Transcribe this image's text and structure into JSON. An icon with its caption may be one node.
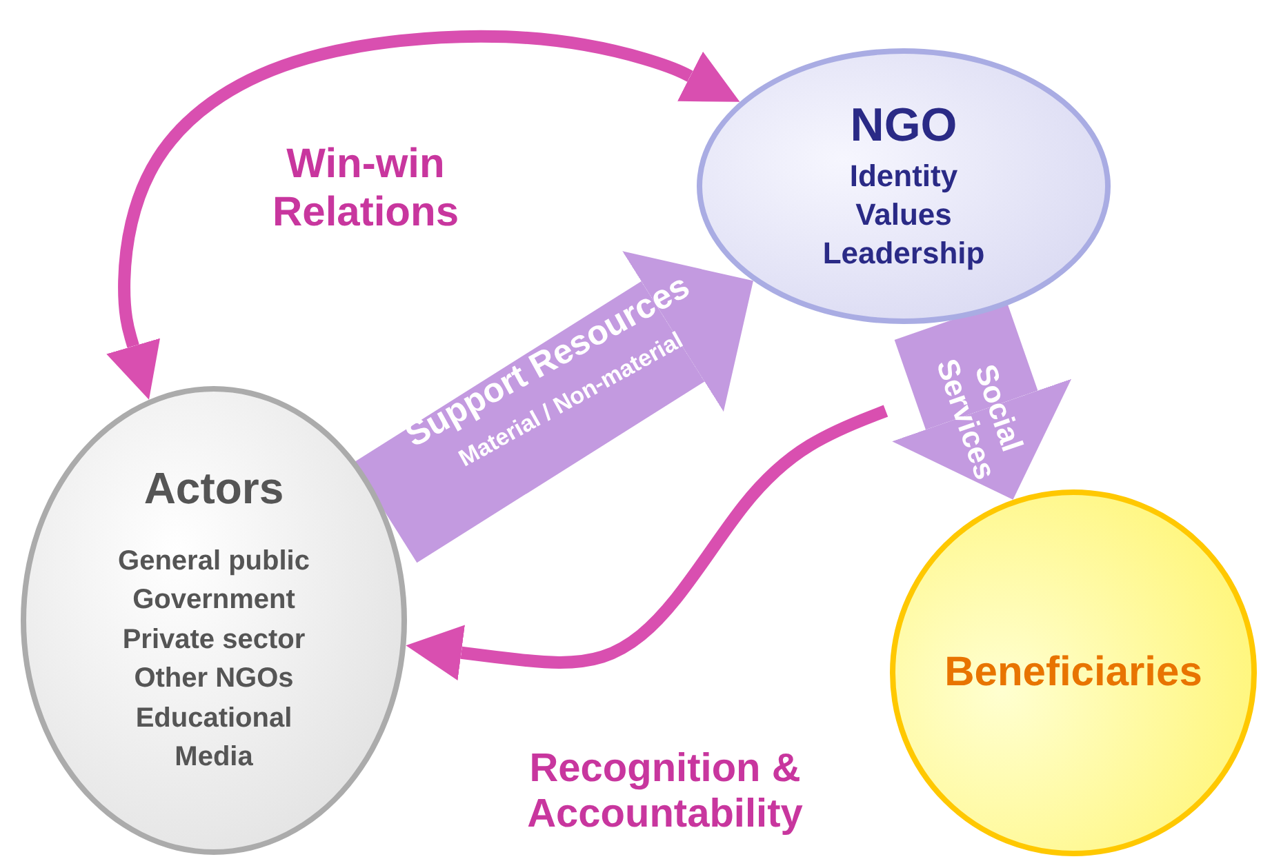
{
  "diagram": {
    "nodes": [
      {
        "text": [
          "Actors",
          "General public",
          "Government",
          "Private sector",
          "Other NGOs",
          "Educational",
          "Media"
        ]
      },
      {
        "text": [
          "NGO",
          "Identity",
          "Values",
          "Leadership"
        ]
      },
      {
        "text": [
          "Beneficiaries"
        ]
      }
    ],
    "edges": [
      {
        "from": 0,
        "to": 1,
        "arrow": "both",
        "label": "Win-win Relations"
      },
      {
        "from": 0,
        "to": 1,
        "arrow": "to",
        "label": "Support Resources",
        "style": "thick",
        "color": "#c39ae0"
      },
      {
        "from": 1,
        "to": 2,
        "arrow": "to",
        "label": "Social Services",
        "style": "thick",
        "color": "#c39ae0"
      },
      {
        "from": null,
        "to": 0,
        "arrow": "to",
        "label": "Recognition & Accountability"
      }
    ],
    "labels": [
      "Material / Non-material"
    ]
  }
}
